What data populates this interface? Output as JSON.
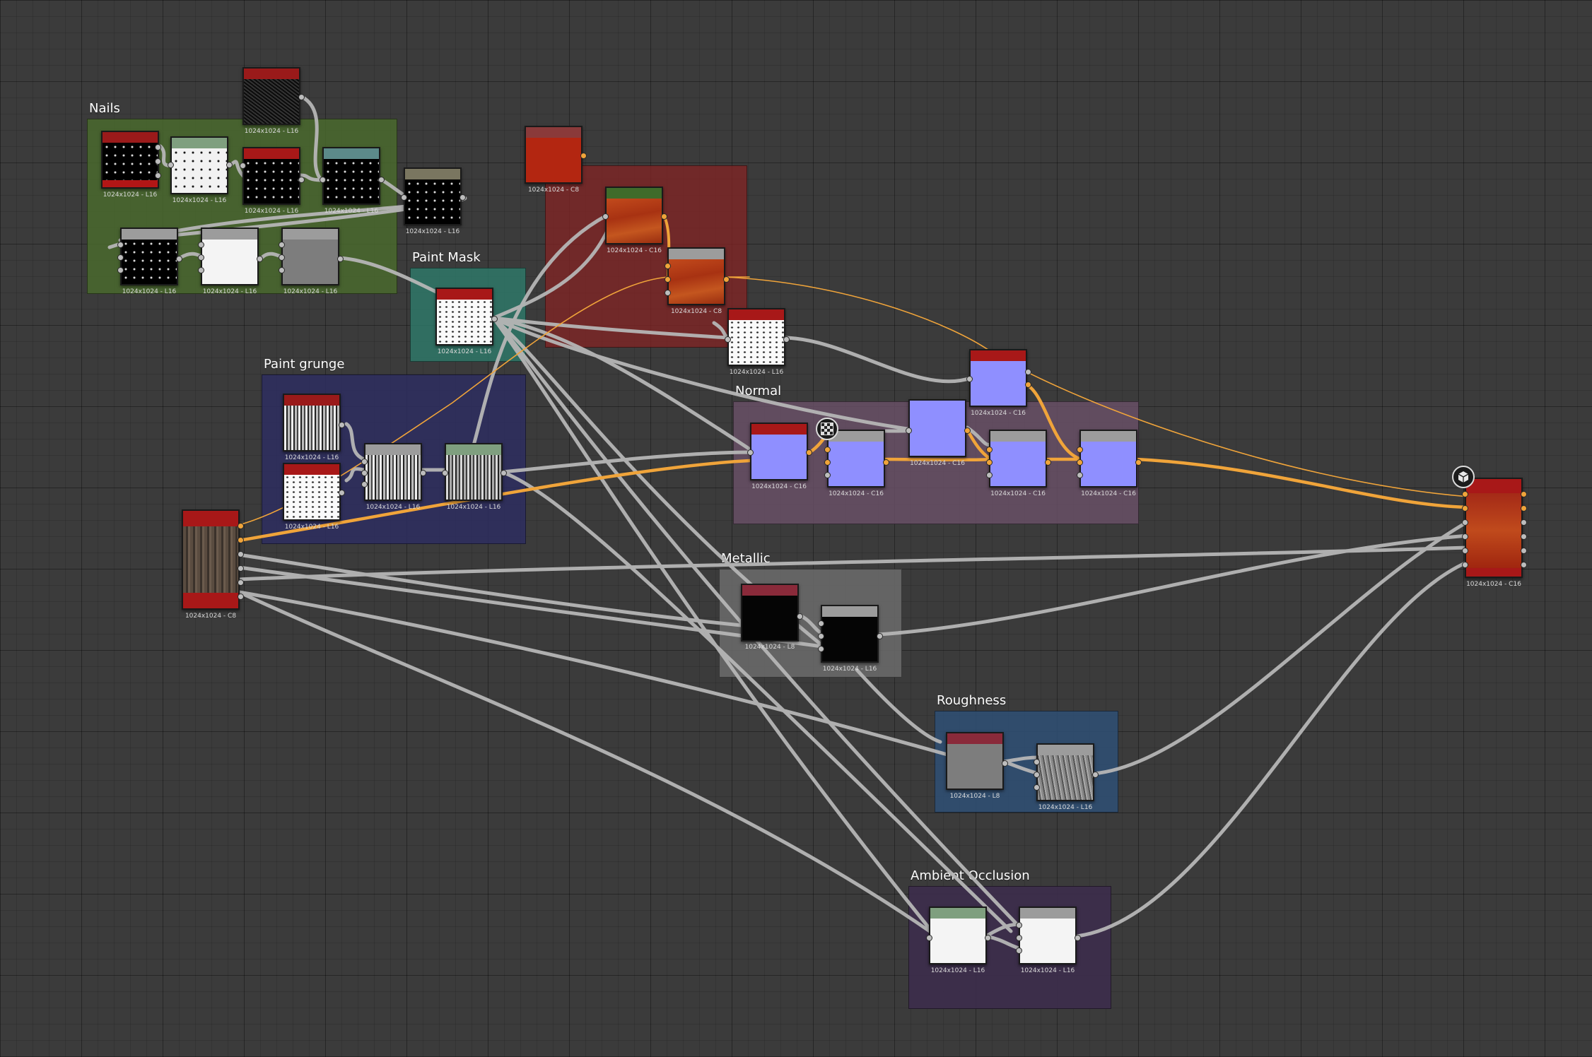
{
  "colors": {
    "canvas_bg": "#3b3b3b",
    "wire_grey": "#b6b6b6",
    "wire_orange": "#f0a43a",
    "frame_nails": "#4a6b2d",
    "frame_paint_mask": "#2e7a6a",
    "frame_paint_grunge": "#2e2d5e",
    "frame_rust": "#7a2424",
    "frame_normal": "#6a5068",
    "frame_metallic": "#6c6c6c",
    "frame_roughness": "#2f4f73",
    "frame_ao": "#3d2d4d"
  },
  "frames": {
    "nails": "Nails",
    "paint_mask": "Paint Mask",
    "paint_grunge": "Paint grunge",
    "normal": "Normal",
    "metallic": "Metallic",
    "roughness": "Roughness",
    "ao": "Ambient Occlusion"
  },
  "badges": {
    "normal_badge_icon": "checker-icon",
    "output_badge_icon": "cube-icon"
  },
  "nodes": {
    "noise_top": "1024x1024 - L16",
    "nails_1": "1024x1024 - L16",
    "nails_2": "1024x1024 - L16",
    "nails_3": "1024x1024 - L16",
    "nails_4": "1024x1024 - L16",
    "nails_5": "1024x1024 - L16",
    "nails_6": "1024x1024 - L16",
    "nails_7": "1024x1024 - L16",
    "nails_8": "1024x1024 - L16",
    "paint_mask": "1024x1024 - L16",
    "grunge_1": "1024x1024 - L16",
    "grunge_2": "1024x1024 - L16",
    "grunge_3": "1024x1024 - L16",
    "grunge_4": "1024x1024 - L16",
    "input_wood": "1024x1024 - C8",
    "red_color": "1024x1024 - C8",
    "rust_1": "1024x1024 - C16",
    "rust_2": "1024x1024 - C8",
    "mask_white": "1024x1024 - L16",
    "normal_top": "1024x1024 - C16",
    "normal_1": "1024x1024 - C16",
    "normal_2": "1024x1024 - C16",
    "normal_3": "1024x1024 - C16",
    "normal_4": "1024x1024 - C16",
    "normal_5": "1024x1024 - C16",
    "metal_1": "1024x1024 - L8",
    "metal_2": "1024x1024 - L16",
    "rough_1": "1024x1024 - L8",
    "rough_2": "1024x1024 - L16",
    "ao_1": "1024x1024 - L16",
    "ao_2": "1024x1024 - L16",
    "output": "1024x1024 - C16"
  }
}
